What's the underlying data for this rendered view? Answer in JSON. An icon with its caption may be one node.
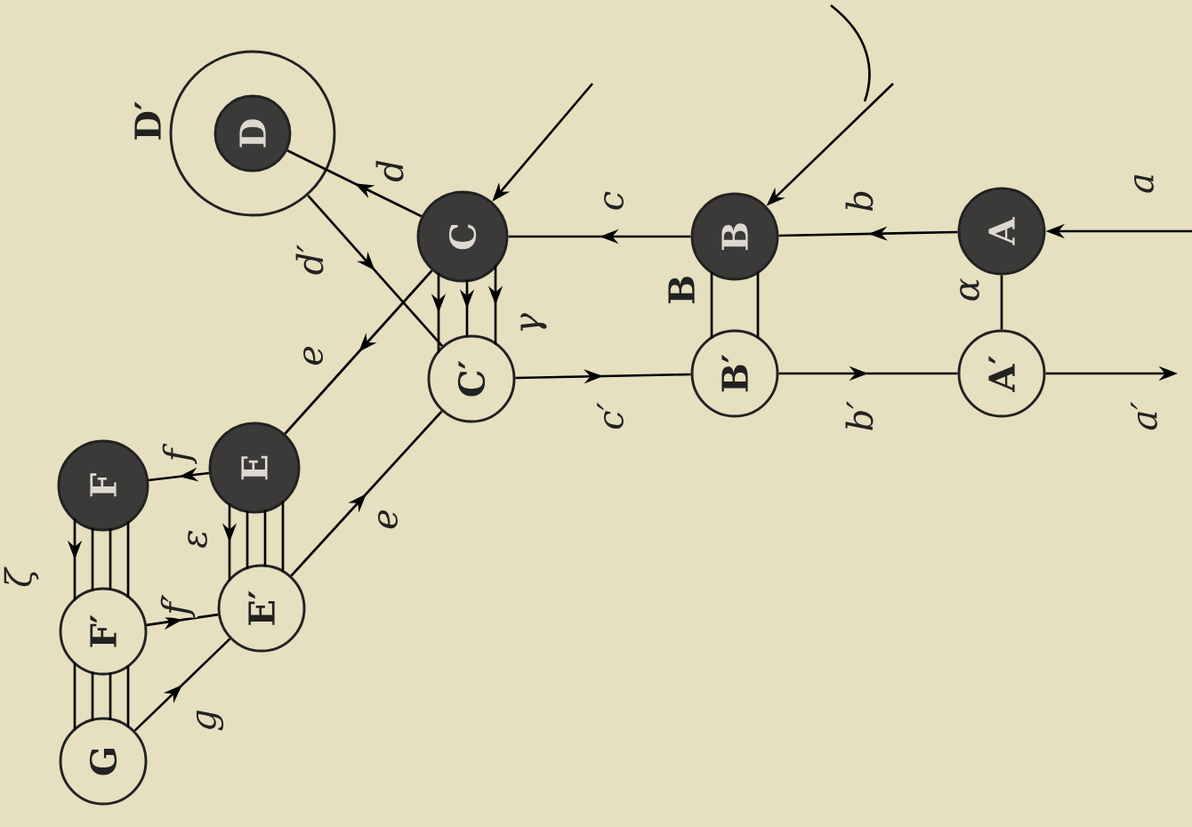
{
  "diagram": {
    "nodes": [
      {
        "text": [
          "A"
        ]
      },
      {
        "text": [
          "A′"
        ]
      },
      {
        "text": [
          "B"
        ]
      },
      {
        "text": [
          "B′"
        ]
      },
      {
        "text": [
          "C"
        ]
      },
      {
        "text": [
          "C′"
        ]
      },
      {
        "text": [
          "D′"
        ]
      },
      {
        "text": [
          "D"
        ],
        "in": 6
      },
      {
        "text": [
          "E"
        ]
      },
      {
        "text": [
          "E′"
        ]
      },
      {
        "text": [
          "F"
        ]
      },
      {
        "text": [
          "F′"
        ]
      },
      {
        "text": [
          "G"
        ]
      }
    ],
    "edges": [
      {
        "from": null,
        "to": 0,
        "arrow": "to",
        "label": "a"
      },
      {
        "from": 0,
        "to": 2,
        "arrow": "to",
        "label": "b"
      },
      {
        "from": 0,
        "to": 1,
        "arrow": "none",
        "label": "α"
      },
      {
        "from": 1,
        "to": null,
        "arrow": "to",
        "label": "a′"
      },
      {
        "from": 3,
        "to": 1,
        "arrow": "to",
        "label": "b′"
      },
      {
        "from": 2,
        "to": 3,
        "arrow": "none",
        "label": "B"
      },
      {
        "from": 2,
        "to": 3,
        "arrow": "none"
      },
      {
        "from": null,
        "to": 2,
        "arrow": "to"
      },
      {
        "from": 2,
        "to": 4,
        "arrow": "to",
        "label": "c"
      },
      {
        "from": 5,
        "to": 3,
        "arrow": "to",
        "label": "c′"
      },
      {
        "from": 4,
        "to": 5,
        "arrow": "to"
      },
      {
        "from": 4,
        "to": 5,
        "arrow": "to"
      },
      {
        "from": 4,
        "to": 5,
        "arrow": "to",
        "label": "γ"
      },
      {
        "from": null,
        "to": 4,
        "arrow": "to"
      },
      {
        "from": 4,
        "to": 7,
        "arrow": "to",
        "label": "d"
      },
      {
        "from": 6,
        "to": 5,
        "arrow": "to",
        "label": "d′"
      },
      {
        "from": 4,
        "to": 8,
        "arrow": "to",
        "label": "e"
      },
      {
        "from": 9,
        "to": 5,
        "arrow": "to",
        "label": "e"
      },
      {
        "from": 8,
        "to": 10,
        "arrow": "to",
        "label": "f"
      },
      {
        "from": 8,
        "to": 9,
        "arrow": "to",
        "label": "ε"
      },
      {
        "from": 8,
        "to": 9,
        "arrow": "none"
      },
      {
        "from": 8,
        "to": 9,
        "arrow": "none"
      },
      {
        "from": 8,
        "to": 9,
        "arrow": "none"
      },
      {
        "from": 11,
        "to": 9,
        "arrow": "to",
        "label": "f′"
      },
      {
        "from": 12,
        "to": 9,
        "arrow": "to",
        "label": "g"
      },
      {
        "from": 10,
        "to": 11,
        "arrow": "to",
        "label": "ζ"
      },
      {
        "from": 10,
        "to": 11,
        "arrow": "none"
      },
      {
        "from": 10,
        "to": 11,
        "arrow": "none"
      },
      {
        "from": 10,
        "to": 11,
        "arrow": "none"
      },
      {
        "from": 11,
        "to": 12,
        "arrow": "none"
      },
      {
        "from": 11,
        "to": 12,
        "arrow": "none"
      },
      {
        "from": 11,
        "to": 12,
        "arrow": "none"
      },
      {
        "from": 11,
        "to": 12,
        "arrow": "none"
      }
    ]
  }
}
